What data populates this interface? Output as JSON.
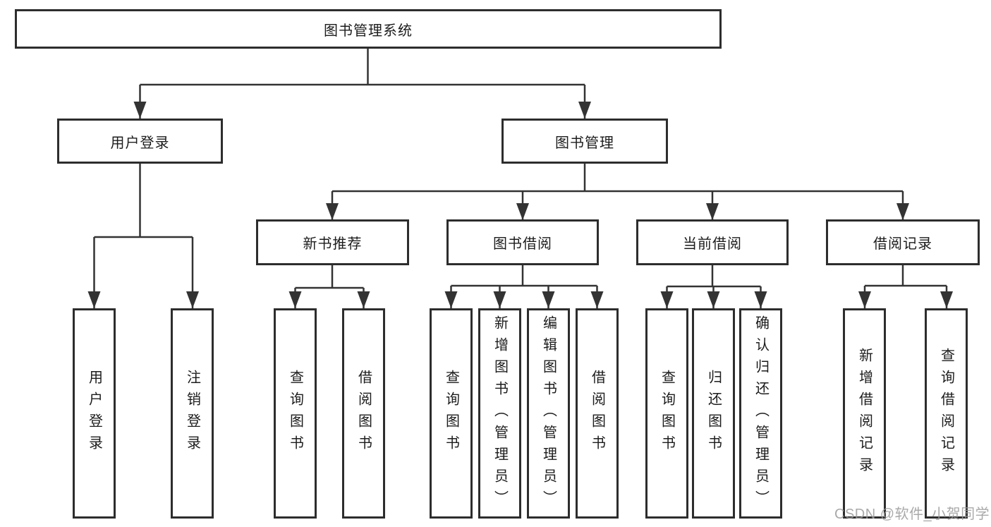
{
  "diagram_type": "tree",
  "colors": {
    "line": "#333333",
    "box_border": "#2d2d2d",
    "box_fill": "#ffffff",
    "text": "#1c1c1c",
    "watermark": "#9b9b9b"
  },
  "tree": {
    "label": "图书管理系统",
    "children": [
      {
        "label": "用户登录",
        "children": [
          {
            "label": "用户登录"
          },
          {
            "label": "注销登录"
          }
        ]
      },
      {
        "label": "图书管理",
        "children": [
          {
            "label": "新书推荐",
            "children": [
              {
                "label": "查询图书"
              },
              {
                "label": "借阅图书"
              }
            ]
          },
          {
            "label": "图书借阅",
            "children": [
              {
                "label": "查询图书"
              },
              {
                "label": "新增图书（管理员）"
              },
              {
                "label": "编辑图书（管理员）"
              },
              {
                "label": "借阅图书"
              }
            ]
          },
          {
            "label": "当前借阅",
            "children": [
              {
                "label": "查询图书"
              },
              {
                "label": "归还图书"
              },
              {
                "label": "确认归还（管理员）"
              }
            ]
          },
          {
            "label": "借阅记录",
            "children": [
              {
                "label": "新增借阅记录"
              },
              {
                "label": "查询借阅记录"
              }
            ]
          }
        ]
      }
    ]
  },
  "watermark": {
    "text": "CSDN @软件_小贺同学"
  }
}
